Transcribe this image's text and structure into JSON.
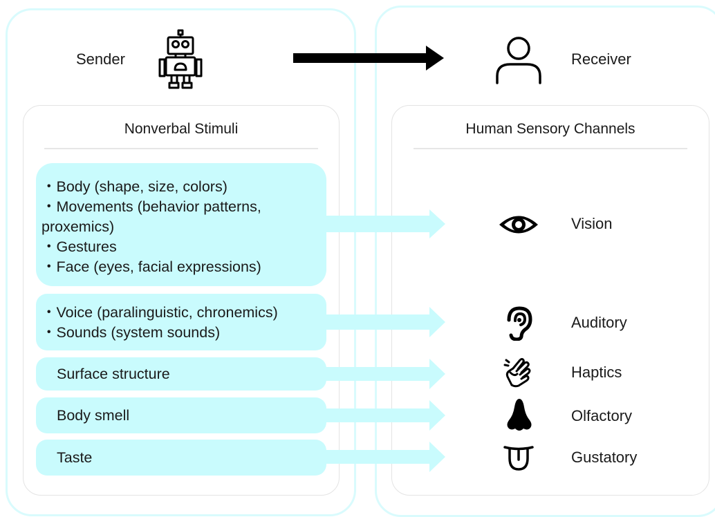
{
  "sender": {
    "label": "Sender",
    "icon": "robot-icon"
  },
  "receiver": {
    "label": "Receiver",
    "icon": "person-icon"
  },
  "left_panel": {
    "heading": "Nonverbal Stimuli",
    "stimuli": [
      {
        "lines": [
          "・Body (shape, size, colors)",
          "・Movements (behavior patterns,",
          "   proxemics)",
          "・Gestures",
          "・Face (eyes, facial expressions)"
        ]
      },
      {
        "lines": [
          "・Voice (paralinguistic, chronemics)",
          "・Sounds (system sounds)"
        ]
      },
      {
        "text": "Surface structure"
      },
      {
        "text": "Body smell"
      },
      {
        "text": "Taste"
      }
    ]
  },
  "right_panel": {
    "heading": "Human Sensory Channels",
    "channels": [
      {
        "label": "Vision",
        "icon": "eye-icon"
      },
      {
        "label": "Auditory",
        "icon": "ear-icon"
      },
      {
        "label": "Haptics",
        "icon": "hand-icon"
      },
      {
        "label": "Olfactory",
        "icon": "nose-icon"
      },
      {
        "label": "Gustatory",
        "icon": "tongue-icon"
      }
    ]
  },
  "colors": {
    "box_fill": "#c9fbfd",
    "panel_border": "#d9fbfd",
    "arrow": "#c9fbfd",
    "main_arrow": "#000000"
  }
}
